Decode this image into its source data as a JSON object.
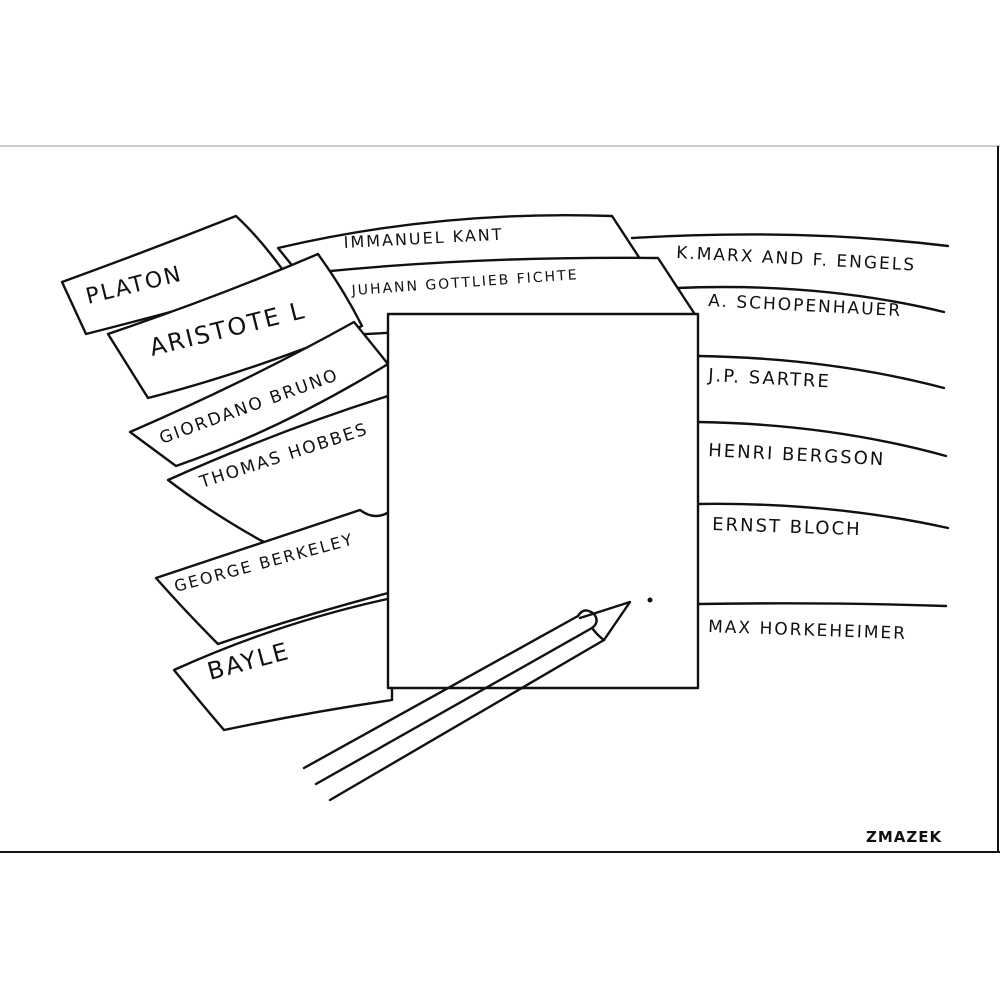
{
  "drawing": {
    "ink_color": "#111111",
    "paper_color": "#ffffff",
    "left_sheets": {
      "platon": "PLATON",
      "aristotel": "ARISTOTE L",
      "giordano_bruno": "GIORDANO BRUNO",
      "thomas_hobbes": "THOMAS HOBBES",
      "george_berkeley": "GEORGE BERKELEY",
      "bayle": "BAYLE"
    },
    "top_sheets": {
      "immanuel_kant": "IMMANUEL KANT",
      "johann_gottlieb_fichte": "JUHANN GOTTLIEB FICHTE"
    },
    "right_sheets": {
      "marx_engels": "K.MARX AND F. ENGELS",
      "schopenhauer": "A. SCHOPENHAUER",
      "sartre": "J.P. SARTRE",
      "bergson": "HENRI BERGSON",
      "bloch": "ERNST BLOCH",
      "horkheimer": "MAX HORKEHEIMER"
    },
    "center": {
      "blank_sheet_icon": "blank-paper-sheet",
      "pencil_icon": "pencil"
    },
    "signature": "ZMAZEK"
  }
}
